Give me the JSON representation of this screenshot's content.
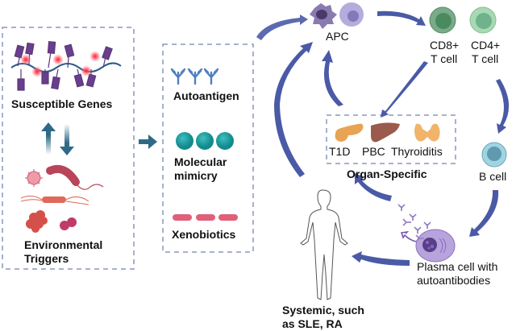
{
  "panels": {
    "risk_factors": {
      "genes_label": "Susceptible Genes",
      "env_label_line1": "Environmental",
      "env_label_line2": "Triggers"
    },
    "mechanisms": {
      "items": [
        {
          "label_line1": "Autoantigen",
          "label_line2": ""
        },
        {
          "label_line1": "Molecular",
          "label_line2": "mimicry"
        },
        {
          "label_line1": "Xenobiotics",
          "label_line2": ""
        }
      ]
    }
  },
  "cells": {
    "apc": "APC",
    "cd8_line1": "CD8+",
    "cd8_line2": "T cell",
    "cd4_line1": "CD4+",
    "cd4_line2": "T cell",
    "bcell": "B cell",
    "plasma_line1": "Plasma cell with",
    "plasma_line2": "autoantibodies"
  },
  "organ_specific": {
    "title": "Organ-Specific",
    "organs": [
      "T1D",
      "PBC",
      "Thyroiditis"
    ]
  },
  "systemic": {
    "line1": "Systemic, such",
    "line2": "as SLE, RA"
  },
  "colors": {
    "dashed_border": "#8a95c0",
    "arrow_blue": "#4a5aa6",
    "teal_arrow": "#2e6a88",
    "teal_ball": "#1a9a9c",
    "antibody_blue": "#4f7fc2",
    "xeno_pink": "#e0607a",
    "cd8": "#5b9a72",
    "cd4": "#8cc7a0",
    "bcell": "#7fc4d3",
    "plasma": "#9b84c4",
    "pancreas": "#e9a354",
    "liver": "#9a5a4c",
    "thyroid": "#f0b46a"
  }
}
